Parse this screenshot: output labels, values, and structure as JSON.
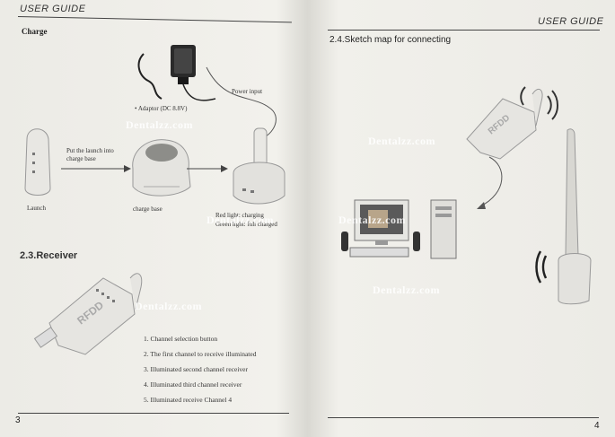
{
  "left_page": {
    "header": "USER GUIDE",
    "charge_heading": "Charge",
    "adaptor_label": "• Adaptor (DC 8.8V)",
    "power_input_label": "Power input",
    "put_launch_label_1": "Put the launch into",
    "put_launch_label_2": "charge base",
    "launch_label": "Launch",
    "charge_base_label": "charge base",
    "red_light_label": "Red light: charging",
    "green_light_label": "Green light: full charged",
    "receiver_heading": "2.3.Receiver",
    "receiver_items": [
      "1. Channel selection button",
      "2. The first channel to receive illuminated",
      "3. Illuminated second channel receiver",
      "4. Illuminated third channel receiver",
      "5. Illuminated receive Channel 4"
    ],
    "page_number": "3"
  },
  "right_page": {
    "header": "USER GUIDE",
    "section_heading": "2.4.Sketch map for connecting",
    "page_number": "4"
  },
  "watermark": "Dentalzz.com",
  "colors": {
    "device_body": "#e8e7e3",
    "device_shadow": "#9b9b96",
    "ink": "#333333"
  }
}
